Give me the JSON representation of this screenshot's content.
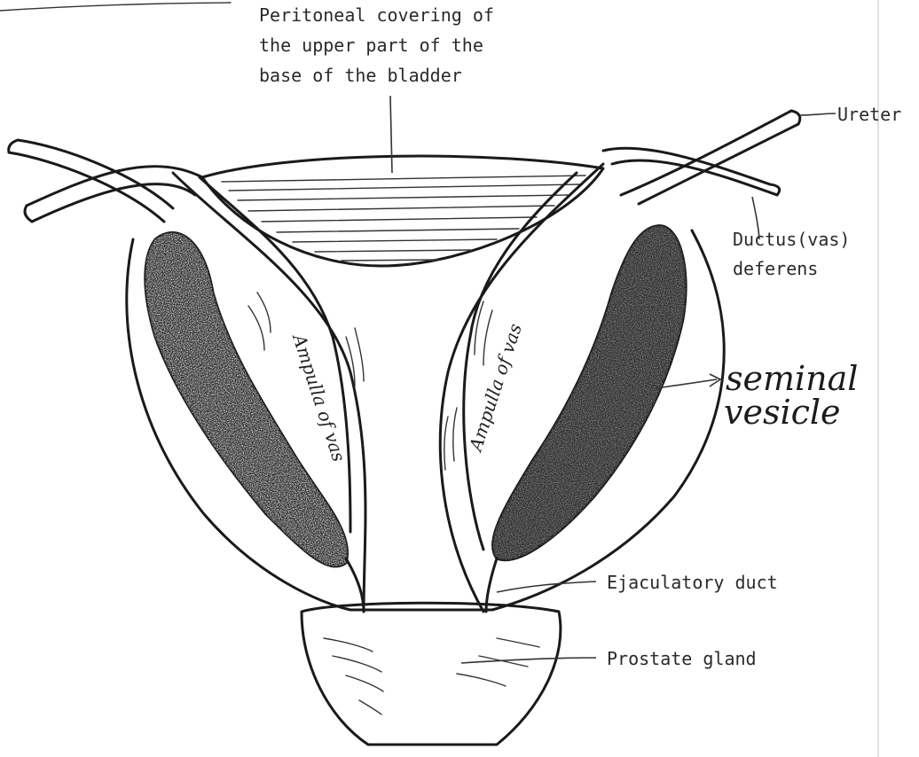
{
  "labels": {
    "peritoneal_l1": "Peritoneal covering of",
    "peritoneal_l2": "the upper part of the",
    "peritoneal_l3": "base of the bladder",
    "ureter": "Ureter",
    "ductus_l1": "Ductus(vas)",
    "ductus_l2": "deferens",
    "seminal_l1": "seminal",
    "seminal_l2": "vesicle",
    "ejaculatory": "Ejaculatory duct",
    "prostate": "Prostate gland",
    "ampulla_left": "Ampulla of vas",
    "ampulla_right": "Ampulla of vas"
  },
  "colors": {
    "ink": "#1a1a1a",
    "vesicle_fill": "#2b2b2b",
    "paper": "#ffffff"
  }
}
